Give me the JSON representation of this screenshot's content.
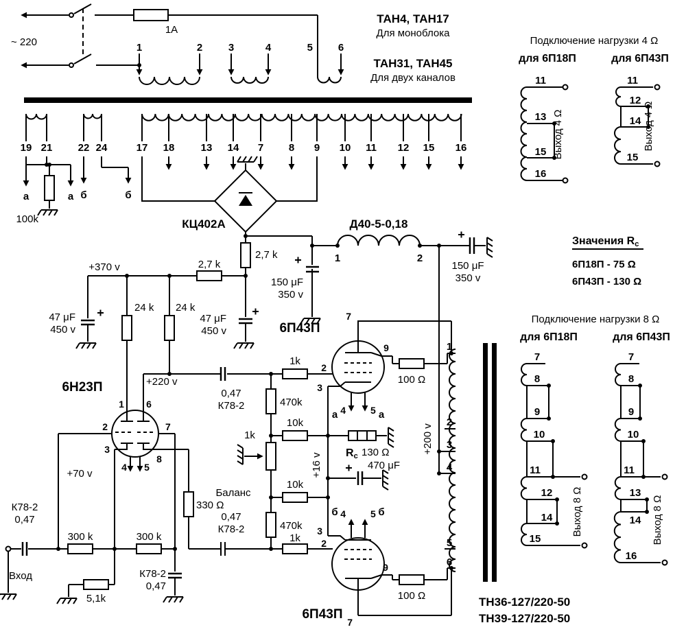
{
  "meta": {
    "ink": "#000000",
    "paper": "#ffffff"
  },
  "top": {
    "mains": "~ 220",
    "fuse": "1А",
    "tan_mono": "ТАН4, ТАН17",
    "tan_mono_note": "Для моноблока",
    "tan_stereo": "ТАН31, ТАН45",
    "tan_stereo_note": "Для двух каналов",
    "primary_pins": [
      "1",
      "2",
      "3",
      "4",
      "5",
      "6"
    ],
    "secondary_pins": [
      "19",
      "21",
      "22",
      "24",
      "17",
      "18",
      "13",
      "14",
      "7",
      "8",
      "9",
      "10",
      "11",
      "12",
      "15",
      "16"
    ]
  },
  "psu": {
    "heater_a1": "а",
    "heater_a2": "а",
    "heater_b1": "б",
    "heater_b2": "б",
    "r_bleeder": "100k",
    "bridge": "КЦ402А",
    "r_filter_v": "2,7 k",
    "r_filter_h": "2,7 k",
    "v370": "+370 v",
    "c_pre1_val": "47 μF",
    "c_pre1_volt": "450 v",
    "c_pre2_val": "47 μF",
    "c_pre2_volt": "450 v",
    "r_plate1": "24 k",
    "r_plate2": "24 k",
    "choke": "Д40-5-0,18",
    "choke_pin1": "1",
    "choke_pin2": "2",
    "c_filter1_val": "150 μF",
    "c_filter1_volt": "350 v",
    "c_filter2_val": "150 μF",
    "c_filter2_volt": "350 v",
    "v200": "+200 v"
  },
  "driver": {
    "tube": "6Н23П",
    "v220": "+220 v",
    "v70": "+70 v",
    "pins": {
      "p1": "1",
      "p2": "2",
      "p3": "3",
      "p4": "4",
      "p5": "5",
      "p6": "6",
      "p7": "7",
      "p8": "8"
    }
  },
  "input": {
    "cap_name": "К78-2",
    "cap_val": "0,47",
    "jack": "Вход",
    "r_grid1": "300 k",
    "r_grid2": "300 k",
    "r_cath": "5,1k",
    "cap2_name": "К78-2",
    "cap2_val": "0,47",
    "r_tail": "330 Ω"
  },
  "coupling": {
    "top_val": "0,47",
    "top_name": "К78-2",
    "bot_val": "0,47",
    "bot_name": "К78-2",
    "r1k_top": "1k",
    "r1k_bot": "1k",
    "r470k_top": "470k",
    "r470k_bot": "470k",
    "r10k_top": "10k",
    "r10k_bot": "10k",
    "pot": "1k",
    "balance": "Баланс"
  },
  "output": {
    "tube_top": "6П43П",
    "tube_bot": "6П43П",
    "r100_top": "100 Ω",
    "r100_bot": "100 Ω",
    "rc_sym": "R",
    "rc_sub": "с",
    "rc_val": "130 Ω",
    "c470": "470 μF",
    "v16": "+16 v",
    "top_pins": {
      "p2": "2",
      "p3": "3",
      "p4": "4",
      "p5": "5",
      "p7": "7",
      "p9": "9",
      "h1": "а",
      "h2": "а"
    },
    "bot_pins": {
      "p2": "2",
      "p3": "3",
      "p4": "4",
      "p5": "5",
      "p7": "7",
      "p9": "9",
      "h1": "б",
      "h2": "б"
    },
    "ot_taps": [
      "1",
      "2",
      "3",
      "4",
      "5",
      "6"
    ]
  },
  "panel4": {
    "title": "Подключение нагрузки 4 Ω",
    "left_head": "для 6П18П",
    "right_head": "для 6П43П",
    "left_pins": [
      "11",
      "13",
      "15",
      "16"
    ],
    "right_pins": [
      "11",
      "12",
      "14",
      "15"
    ],
    "out_left": "Выход 4 Ω",
    "out_right": "Выход 4 Ω"
  },
  "rc_table": {
    "title_main": "Значения R",
    "title_sub": "с",
    "row1": "6П18П -  75 Ω",
    "row2": "6П43П - 130 Ω"
  },
  "panel8": {
    "title": "Подключение нагрузки 8 Ω",
    "left_head": "для 6П18П",
    "right_head": "для 6П43П",
    "left_pins": [
      "7",
      "8",
      "9",
      "10",
      "11",
      "12",
      "14",
      "15"
    ],
    "right_pins": [
      "7",
      "8",
      "9",
      "10",
      "11",
      "13",
      "14",
      "16"
    ],
    "out_left": "Выход 8 Ω",
    "out_right": "Выход 8 Ω"
  },
  "footer": {
    "tn1": "ТН36-127/220-50",
    "tn2": "ТН39-127/220-50"
  }
}
